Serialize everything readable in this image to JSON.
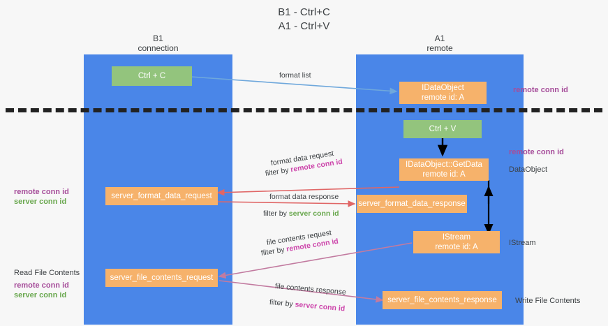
{
  "title": {
    "line1": "B1 - Ctrl+C",
    "line2": "A1 - Ctrl+V"
  },
  "colors": {
    "lane": "#4a86e8",
    "box_green": "#93c47d",
    "box_orange": "#f6b26b",
    "purple": "#a64d9a",
    "magenta": "#cc44aa",
    "green_text": "#6aa84f",
    "arrow_blue": "#6fa8dc",
    "arrow_red": "#e06666",
    "arrow_magenta": "#c27ba0",
    "arrow_black": "#000000",
    "separator": "#222222",
    "background": "#f7f7f7"
  },
  "columns": [
    {
      "name": "B1",
      "sub": "connection"
    },
    {
      "name": "A1",
      "sub": "remote"
    }
  ],
  "boxes": {
    "ctrl_c": {
      "l1": "Ctrl + C",
      "l2": ""
    },
    "ctrl_v": {
      "l1": "Ctrl + V",
      "l2": ""
    },
    "idataobject": {
      "l1": "IDataObject",
      "l2": "remote id: A"
    },
    "getdata": {
      "l1": "IDataObject::GetData",
      "l2": "remote id: A"
    },
    "istream": {
      "l1": "IStream",
      "l2": "remote id: A"
    },
    "fmt_request": {
      "l1": "server_format_data_request",
      "l2": ""
    },
    "fmt_response": {
      "l1": "server_format_data_response",
      "l2": ""
    },
    "file_request": {
      "l1": "server_file_contents_request",
      "l2": ""
    },
    "file_response": {
      "l1": "server_file_contents_response",
      "l2": ""
    }
  },
  "edge_labels": {
    "format_list": {
      "text": "format list"
    },
    "fmt_data_request": {
      "text": "format data request"
    },
    "fmt_data_req_filter": {
      "prefix": "filter by ",
      "highlight": "remote conn id"
    },
    "fmt_data_response": {
      "text": "format data response"
    },
    "fmt_data_res_filter": {
      "prefix": "filter by ",
      "highlight": "server conn id"
    },
    "file_contents_request": {
      "text": "file contents request"
    },
    "file_contents_req_filter": {
      "prefix": "filter by ",
      "highlight": "remote conn id"
    },
    "file_contents_response": {
      "text": "file contents response"
    },
    "file_contents_res_filter": {
      "prefix": "filter by ",
      "highlight": "server conn id"
    }
  },
  "side_labels": {
    "right_top": {
      "purple": "remote conn id"
    },
    "right_mid": {
      "purple": "remote conn id"
    },
    "right_dataobject": {
      "plain": "DataObject"
    },
    "right_istream": {
      "plain": "IStream"
    },
    "right_write": {
      "plain": "Write File Contents"
    },
    "left_mid": {
      "purple": "remote conn id",
      "green": "server conn id"
    },
    "left_read": {
      "plain": "Read File Contents",
      "purple": "remote conn id",
      "green": "server conn id"
    }
  }
}
